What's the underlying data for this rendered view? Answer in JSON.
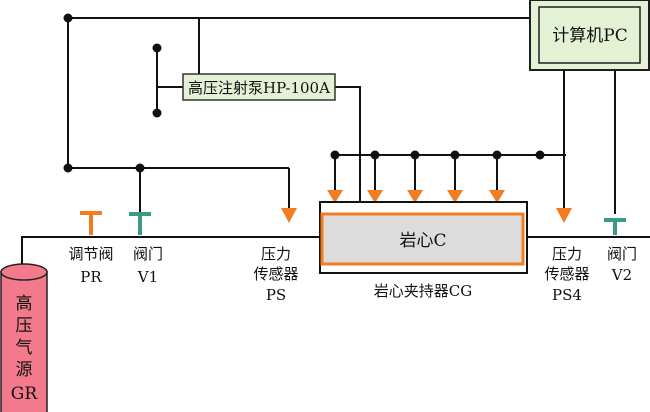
{
  "colors": {
    "line": "#111111",
    "orange": "#F47C20",
    "teal": "#3A9A86",
    "computer_fill": "#E3F1D5",
    "computer_border": "#1F1F1F",
    "pump_fill": "#E3F1D5",
    "pump_border": "#333333",
    "core_fill": "#DCDCDC",
    "cylinder_fill": "#F27A8C",
    "cylinder_stroke": "#222222"
  },
  "labels": {
    "computer": "计算机PC",
    "pump": "高压注射泵HP-100A",
    "core": "岩心C",
    "core_holder": "岩心夹持器CG",
    "regulator_valve": [
      "调节阀",
      "PR"
    ],
    "valve_v1": [
      "阀门",
      "V1"
    ],
    "pressure_sensor_ps": [
      "压力",
      "传感器",
      "PS"
    ],
    "pressure_sensor_ps4": [
      "压力",
      "传感器",
      "PS4"
    ],
    "valve_v2": [
      "阀门",
      "V2"
    ],
    "gas_source": [
      "高",
      "压",
      "气",
      "源",
      "GR"
    ]
  },
  "icons": {
    "regulator_valve": "t-valve-icon",
    "valve": "t-valve-icon",
    "sensor": "down-arrow-icon",
    "junction": "dot-icon",
    "cylinder": "gas-cylinder-icon"
  }
}
